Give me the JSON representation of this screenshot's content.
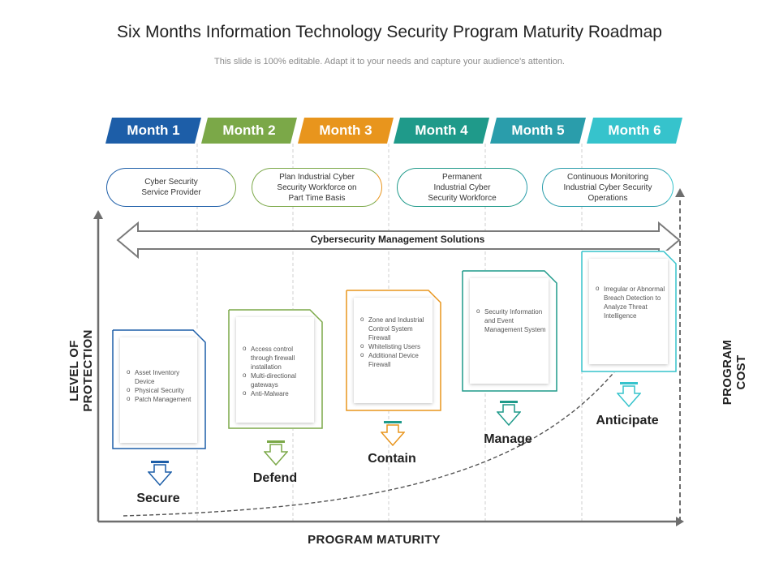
{
  "header": {
    "title": "Six Months Information Technology Security Program Maturity Roadmap",
    "subtitle": "This slide is 100% editable. Adapt it to your needs and capture your audience's attention."
  },
  "months": [
    {
      "label": "Month 1",
      "color": "#1d5ea8"
    },
    {
      "label": "Month 2",
      "color": "#7ba848"
    },
    {
      "label": "Month 3",
      "color": "#e8951d"
    },
    {
      "label": "Month 4",
      "color": "#1f9a8a"
    },
    {
      "label": "Month 5",
      "color": "#2a9dab"
    },
    {
      "label": "Month 6",
      "color": "#36c3cc"
    }
  ],
  "pills": [
    {
      "text": "Cyber Security\nService Provider"
    },
    {
      "text": "Plan Industrial Cyber\nSecurity Workforce on\nPart Time Basis"
    },
    {
      "text": "Permanent\nIndustrial Cyber\nSecurity Workforce"
    },
    {
      "text": "Continuous Monitoring\nIndustrial Cyber Security\nOperations"
    }
  ],
  "banner": {
    "label": "Cybersecurity Management Solutions"
  },
  "axes": {
    "y_left": "LEVEL OF PROTECTION",
    "y_right": "PROGRAM COST",
    "x": "PROGRAM MATURITY"
  },
  "stages": [
    {
      "name": "Secure",
      "color": "#1d5ea8",
      "items": [
        "Asset Inventory Device",
        "Physical Security",
        "Patch Management"
      ]
    },
    {
      "name": "Defend",
      "color": "#7ba848",
      "items": [
        "Access control through firewall installation",
        "Multi-directional gateways",
        "Anti-Malware"
      ]
    },
    {
      "name": "Contain",
      "color": "#e8951d",
      "items": [
        "Zone and Industrial Control System Firewall",
        "Whitelisting Users",
        "Additional Device Firewall"
      ]
    },
    {
      "name": "Manage",
      "color": "#1f9a8a",
      "items": [
        "Security Information and Event Management System"
      ]
    },
    {
      "name": "Anticipate",
      "color": "#36c3cc",
      "items": [
        "Irregular or Abnormal Breach Detection to Analyze Threat Intelligence"
      ]
    }
  ]
}
